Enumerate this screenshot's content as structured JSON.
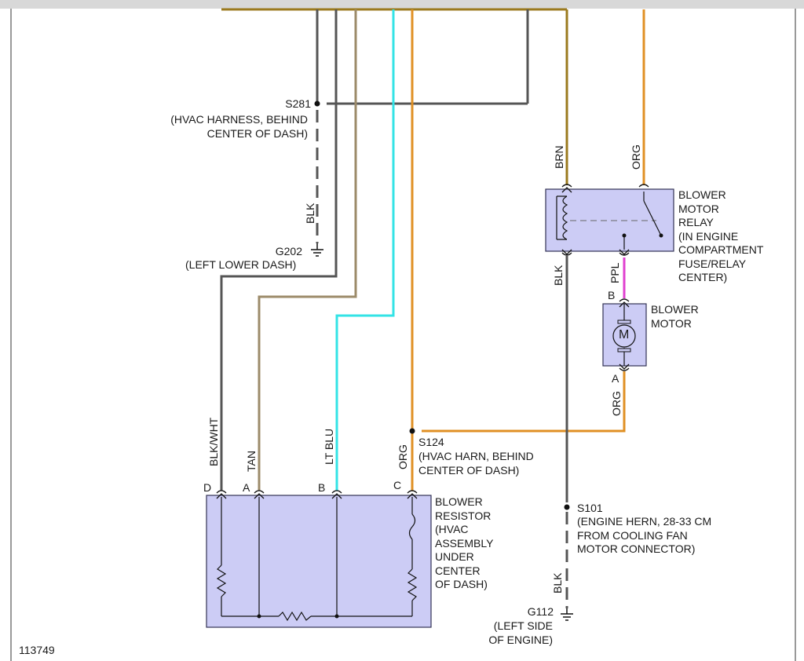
{
  "diagram_id": "113749",
  "colors": {
    "blk": "#555555",
    "tan": "#9c8b6a",
    "lt_blu": "#33e3e6",
    "org": "#e09024",
    "brn": "#9b7a1e",
    "ppl": "#e040d0",
    "component_fill": "#ccccf5",
    "component_border": "#333355"
  },
  "splices": {
    "s281": {
      "id": "S281",
      "desc": "(HVAC HARNESS, BEHIND\nCENTER OF DASH)"
    },
    "s124": {
      "id": "S124",
      "desc": "(HVAC HARN, BEHIND\nCENTER OF DASH)"
    },
    "s101": {
      "id": "S101",
      "desc": "(ENGINE HERN, 28-33 CM\nFROM COOLING FAN\nMOTOR CONNECTOR)"
    }
  },
  "grounds": {
    "g202": {
      "id": "G202",
      "desc": "(LEFT LOWER DASH)"
    },
    "g112": {
      "id": "G112",
      "desc": "(LEFT SIDE\nOF ENGINE)"
    }
  },
  "components": {
    "relay": {
      "name": "BLOWER\nMOTOR\nRELAY\n(IN ENGINE\nCOMPARTMENT\nFUSE/RELAY\nCENTER)"
    },
    "motor": {
      "name": "BLOWER\nMOTOR",
      "symbol": "M"
    },
    "resistor": {
      "name": "BLOWER\nRESISTOR\n(HVAC\nASSEMBLY\nUNDER\nCENTER\nOF DASH)"
    }
  },
  "wire_labels": {
    "blk_s281": "BLK",
    "brn": "BRN",
    "org_relay": "ORG",
    "blk_relay": "BLK",
    "ppl": "PPL",
    "org_motor": "ORG",
    "blk_wht": "BLK/WHT",
    "tan": "TAN",
    "lt_blu": "LT BLU",
    "org_res": "ORG",
    "blk_s101": "BLK"
  },
  "pins": {
    "res_d": "D",
    "res_a": "A",
    "res_b": "B",
    "res_c": "C",
    "motor_b": "B",
    "motor_a": "A"
  }
}
